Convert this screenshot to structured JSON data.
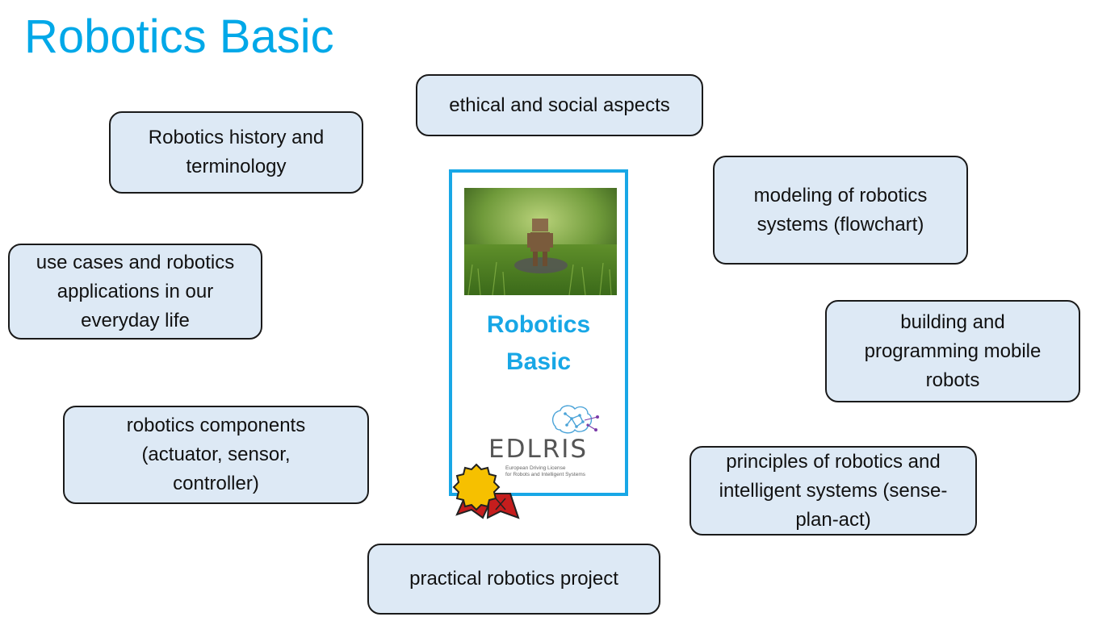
{
  "title": "Robotics Basic",
  "center_card": {
    "title_line1": "Robotics",
    "title_line2": "Basic",
    "logo_text": "EDLRIS",
    "logo_subtitle_line1": "European Driving License",
    "logo_subtitle_line2": "for Robots and Intelligent Systems"
  },
  "topics": {
    "ethical": "ethical and social aspects",
    "history": "Robotics history and terminology",
    "modeling": "modeling of robotics systems (flowchart)",
    "use_cases": "use cases and robotics applications in our everyday life",
    "building": "building and programming mobile robots",
    "components": "robotics components (actuator, sensor, controller)",
    "principles": "principles of robotics and intelligent systems (sense-plan-act)",
    "project": "practical robotics project"
  },
  "colors": {
    "title": "#00a8e8",
    "box_fill": "#dde9f5",
    "card_border": "#18a7e6"
  }
}
